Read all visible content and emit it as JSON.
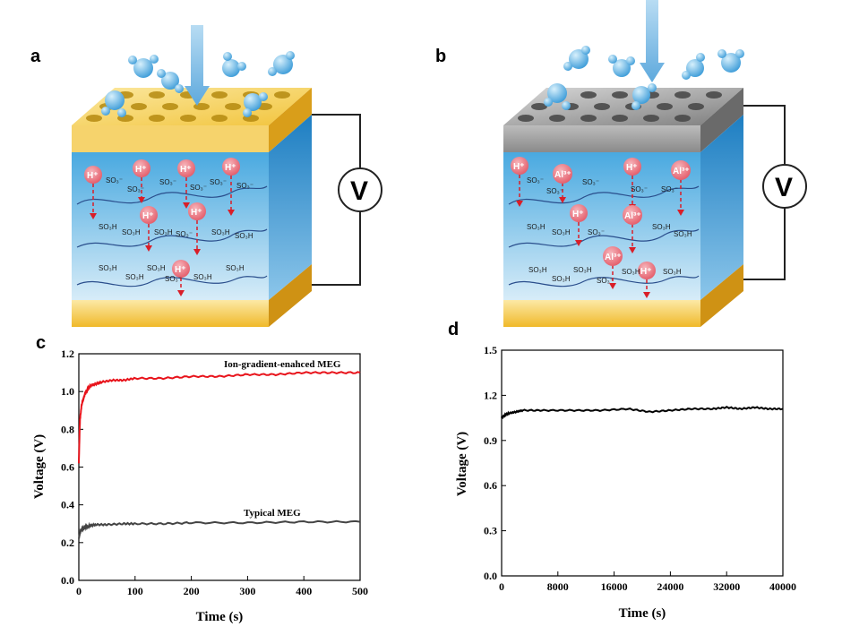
{
  "panels": {
    "a": "a",
    "b": "b",
    "c": "c",
    "d": "d"
  },
  "schematic": {
    "voltmeter_symbol": "V",
    "ion_h": "H⁺",
    "ion_al": "Al³⁺",
    "group_so3": "SO₃⁻",
    "group_so3h": "SO₃H",
    "top_colors": {
      "a": "#f2c43c",
      "b": "#8e8e8e"
    },
    "bottom_color": "#f0b92a",
    "body_color": "#5ab4e6",
    "ion_color": "#e35a68"
  },
  "chart_data": [
    {
      "type": "line",
      "panel": "c",
      "xlabel": "Time (s)",
      "ylabel": "Voltage (V)",
      "xlim": [
        0,
        500
      ],
      "ylim": [
        0,
        1.2
      ],
      "xticks": [
        0,
        100,
        200,
        300,
        400,
        500
      ],
      "yticks": [
        0.0,
        0.2,
        0.4,
        0.6,
        0.8,
        1.0,
        1.2
      ],
      "grid": false,
      "series": [
        {
          "name": "Ion-gradient-enahced MEG",
          "color": "#e8131b",
          "x": [
            0,
            2,
            5,
            10,
            15,
            20,
            30,
            40,
            60,
            80,
            100,
            150,
            200,
            250,
            300,
            350,
            400,
            450,
            500
          ],
          "y": [
            0.62,
            0.85,
            0.93,
            0.98,
            1.01,
            1.03,
            1.04,
            1.05,
            1.06,
            1.06,
            1.07,
            1.07,
            1.08,
            1.08,
            1.09,
            1.09,
            1.1,
            1.1,
            1.1
          ]
        },
        {
          "name": "Typical MEG",
          "color": "#444444",
          "x": [
            0,
            2,
            5,
            10,
            15,
            20,
            30,
            50,
            80,
            100,
            150,
            200,
            300,
            400,
            500
          ],
          "y": [
            0.22,
            0.25,
            0.27,
            0.28,
            0.285,
            0.29,
            0.295,
            0.295,
            0.3,
            0.3,
            0.3,
            0.305,
            0.305,
            0.31,
            0.31
          ]
        }
      ]
    },
    {
      "type": "line",
      "panel": "d",
      "xlabel": "Time (s)",
      "ylabel": "Voltage (V)",
      "xlim": [
        0,
        40000
      ],
      "ylim": [
        0,
        1.5
      ],
      "xticks": [
        0,
        8000,
        16000,
        24000,
        32000,
        40000
      ],
      "yticks": [
        0.0,
        0.3,
        0.6,
        0.9,
        1.2,
        1.5
      ],
      "grid": false,
      "series": [
        {
          "color": "#000000",
          "x": [
            0,
            500,
            1000,
            2000,
            3000,
            6000,
            10000,
            14000,
            18000,
            21000,
            24000,
            27000,
            30000,
            32000,
            34000,
            36000,
            38000,
            40000
          ],
          "y": [
            1.05,
            1.07,
            1.08,
            1.09,
            1.1,
            1.1,
            1.1,
            1.1,
            1.11,
            1.09,
            1.1,
            1.11,
            1.11,
            1.12,
            1.11,
            1.12,
            1.11,
            1.11
          ]
        }
      ]
    }
  ]
}
